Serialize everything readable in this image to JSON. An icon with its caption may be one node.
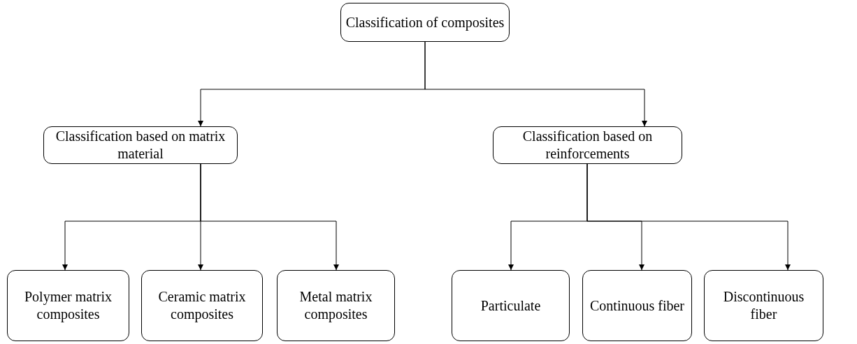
{
  "diagram": {
    "nodes": [
      {
        "text": [
          "Classification of composites"
        ]
      },
      {
        "text": [
          "Classification based on matrix material"
        ]
      },
      {
        "text": [
          "Classification based on reinforcements"
        ]
      },
      {
        "text": [
          "Polymer matrix composites"
        ]
      },
      {
        "text": [
          "Ceramic matrix composites"
        ]
      },
      {
        "text": [
          "Metal matrix composites"
        ]
      },
      {
        "text": [
          "Particulate"
        ]
      },
      {
        "text": [
          "Continuous fiber"
        ]
      },
      {
        "text": [
          "Discontinuous fiber"
        ]
      }
    ],
    "edges": [
      {
        "from": 0,
        "to": 1,
        "arrow": "to"
      },
      {
        "from": 0,
        "to": 2,
        "arrow": "to"
      },
      {
        "from": 1,
        "to": 3,
        "arrow": "to"
      },
      {
        "from": 1,
        "to": 4,
        "arrow": "to"
      },
      {
        "from": 1,
        "to": 5,
        "arrow": "to"
      },
      {
        "from": 2,
        "to": 6,
        "arrow": "to"
      },
      {
        "from": 2,
        "to": 7,
        "arrow": "to"
      },
      {
        "from": 2,
        "to": 8,
        "arrow": "to"
      }
    ]
  }
}
